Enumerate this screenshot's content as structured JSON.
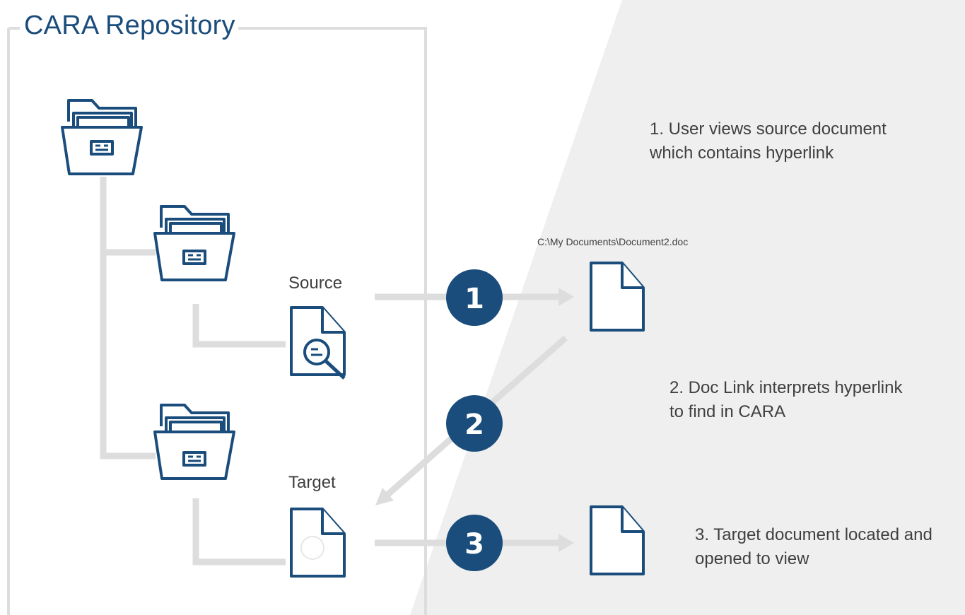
{
  "repository": {
    "title": "CARA Repository"
  },
  "nodes": {
    "source_label": "Source",
    "target_label": "Target"
  },
  "document_path": "C:\\My Documents\\Document2.doc",
  "steps": [
    {
      "number": "1",
      "line1": "1. User views source document",
      "line2": "which contains hyperlink"
    },
    {
      "number": "2",
      "line1": "2. Doc Link interprets hyperlink",
      "line2": "to find in CARA"
    },
    {
      "number": "3",
      "line1": "3. Target document located and",
      "line2": "opened to view"
    }
  ],
  "colors": {
    "primary": "#1a4d7c",
    "connector": "#dcdcdc",
    "background_panel": "#ececec"
  }
}
